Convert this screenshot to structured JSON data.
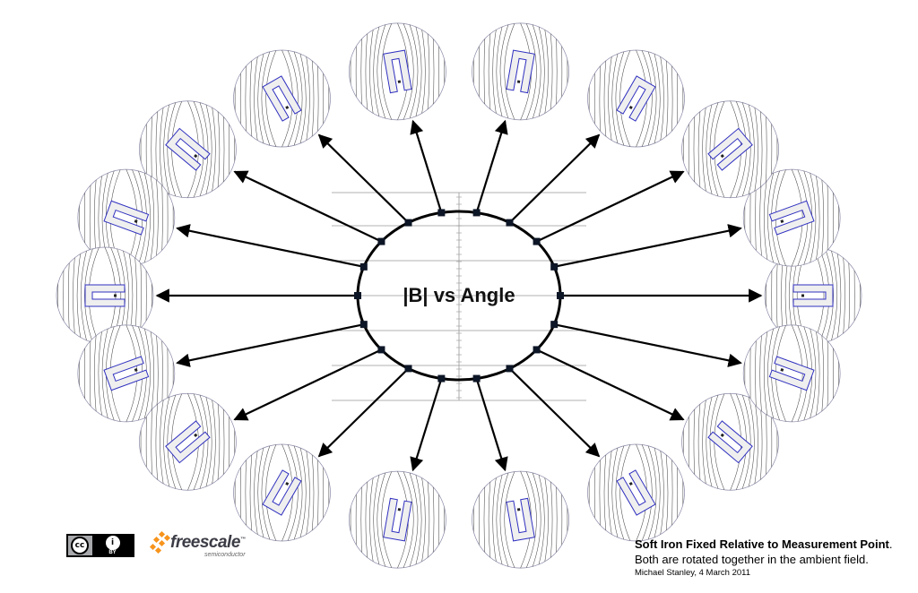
{
  "center_label": "|B| vs Angle",
  "caption": {
    "line1_bold": "Soft Iron Fixed Relative to Measurement Point",
    "line1_end": ".",
    "line2": "Both are rotated together in the ambient field.",
    "line3": "Michael Stanley, 4 March 2011"
  },
  "license": {
    "cc_symbol": "cc",
    "by_symbol": "i",
    "by_text": "BY",
    "icon": "creative-commons-by-icon"
  },
  "logo": {
    "brand": "freescale",
    "trademark": "™",
    "tagline": "semiconductor",
    "icon": "freescale-chevron-icon"
  },
  "colors": {
    "arrow": "#000000",
    "ellipse": "#000000",
    "field_lines": "#4a4a4a",
    "magnet_outline": "#3030c0",
    "grid": "#999999"
  },
  "angles_deg": [
    0,
    20,
    40,
    60,
    80,
    100,
    120,
    140,
    160,
    180,
    200,
    220,
    240,
    260,
    280,
    300,
    320,
    340
  ]
}
